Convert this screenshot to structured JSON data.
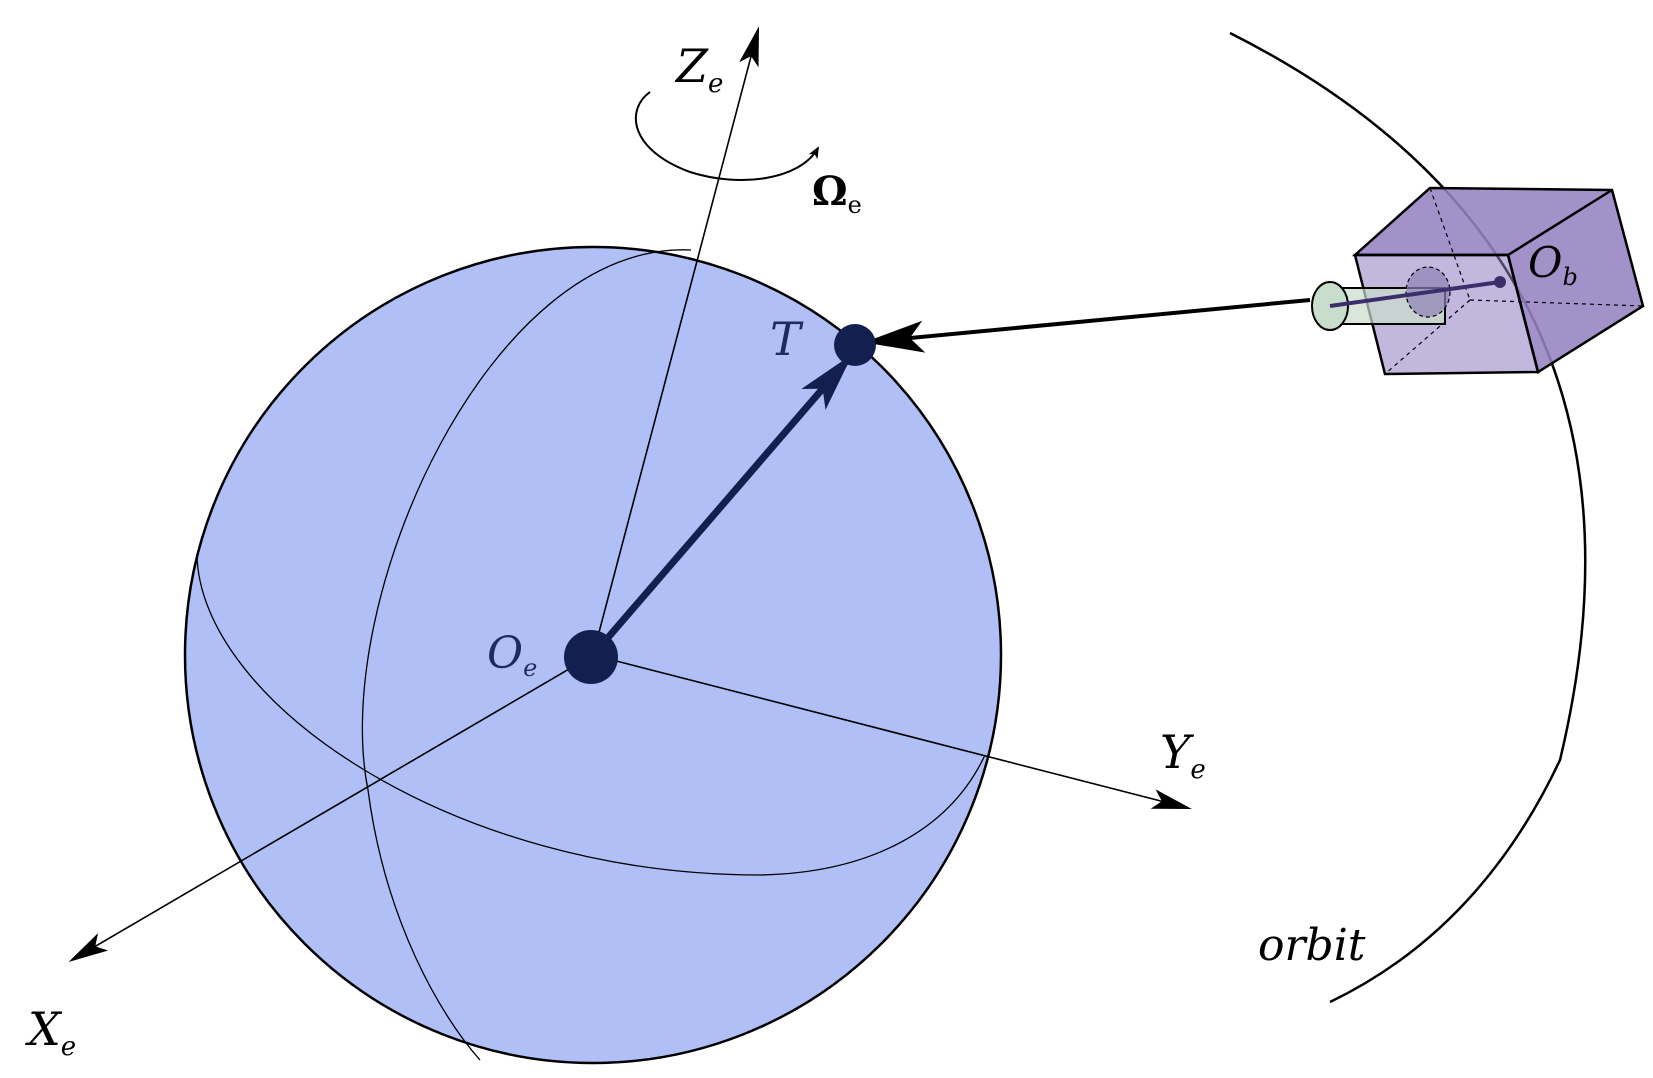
{
  "labels": {
    "z_axis": {
      "main": "Z",
      "sub": "e"
    },
    "x_axis": {
      "main": "X",
      "sub": "e"
    },
    "y_axis": {
      "main": "Y",
      "sub": "e"
    },
    "earth_center": {
      "main": "O",
      "sub": "e"
    },
    "body_origin": {
      "main": "O",
      "sub": "b"
    },
    "target": "T",
    "rotation": {
      "main": "Ω",
      "sub": "e"
    },
    "orbit": "orbit"
  },
  "colors": {
    "sphere_fill": "#b0c0f6",
    "sphere_stroke": "#000000",
    "dark_blue": "#13204f",
    "satellite_fill": "#9683c3",
    "sensor_fill": "#c9ddcc"
  }
}
